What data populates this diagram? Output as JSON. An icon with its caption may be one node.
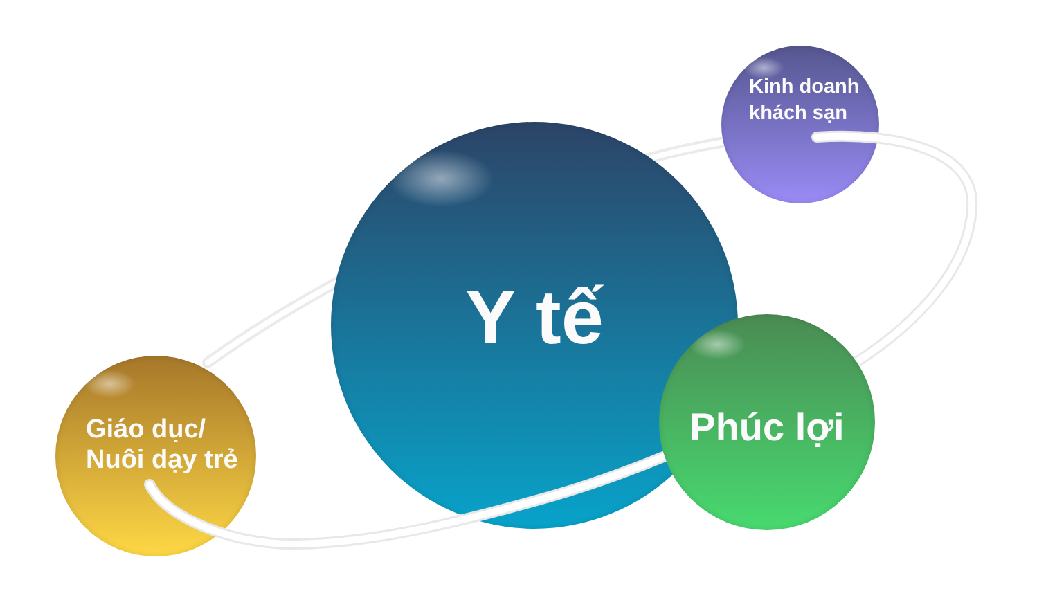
{
  "diagram": {
    "nodes": [
      {
        "text": [
          "Kinh doanh khách sạn"
        ]
      },
      {
        "text": [
          "Y tế"
        ]
      },
      {
        "text": [
          "Phúc lợi"
        ]
      },
      {
        "text": [
          "Giáo dục/ Nuôi dạy trẻ"
        ]
      }
    ]
  }
}
